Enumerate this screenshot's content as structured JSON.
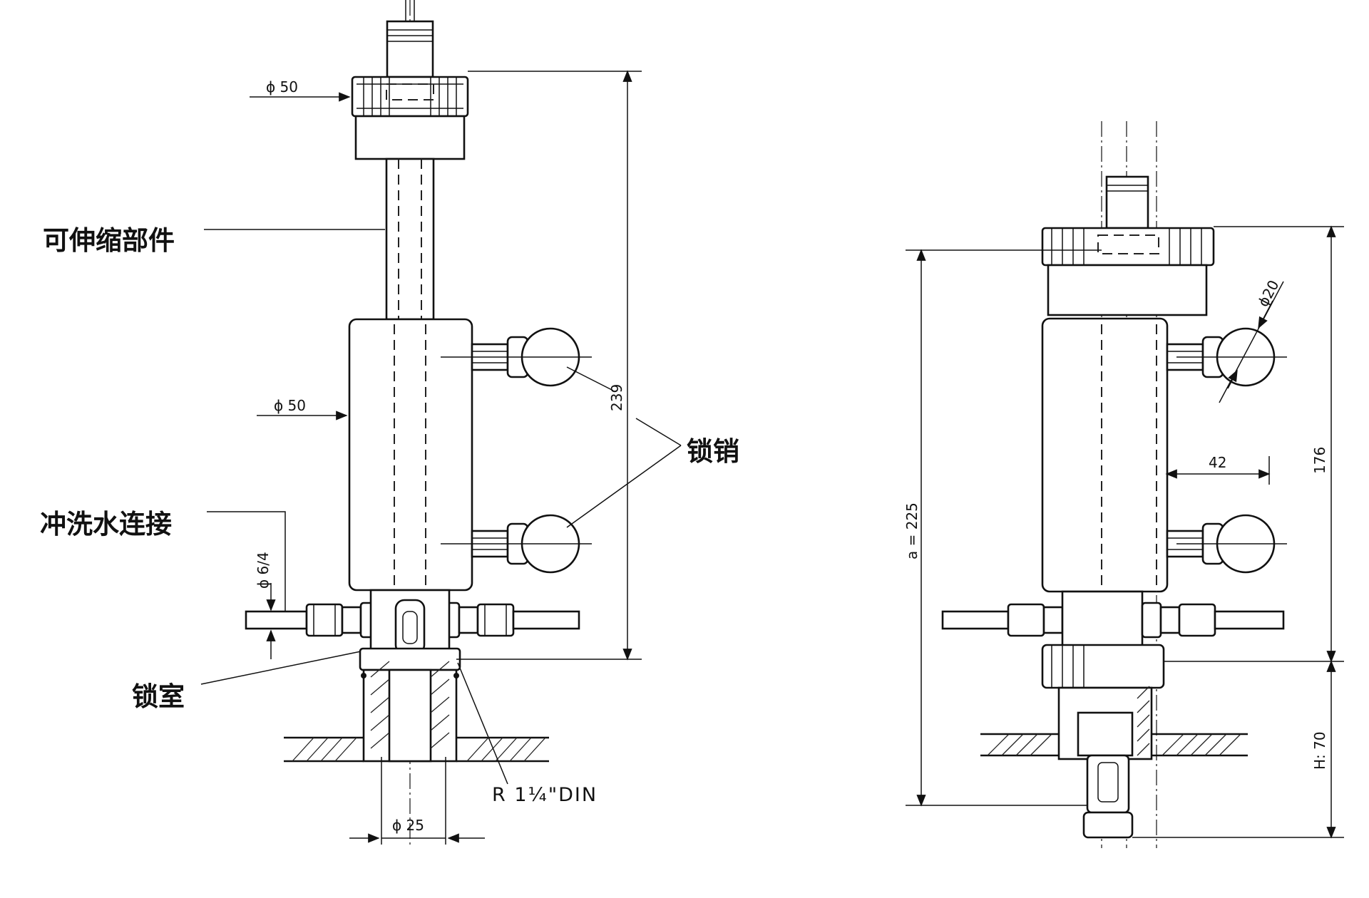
{
  "labels": {
    "telescopic_part": "可伸缩部件",
    "locking_pin": "锁销",
    "flush_water_connection": "冲洗水连接",
    "lock_chamber": "锁室"
  },
  "left_view": {
    "dia_top": "ϕ 50",
    "dia_body": "ϕ 50",
    "dia_pipe": "ϕ 6/4",
    "dia_bottom": "ϕ 25",
    "height_total": "239",
    "thread": "R 1¼\"DIN"
  },
  "right_view": {
    "dia_pin": "ϕ20",
    "pin_offset": "42",
    "height_a": "a = 225",
    "height_176": "176",
    "height_h": "H: 70"
  }
}
